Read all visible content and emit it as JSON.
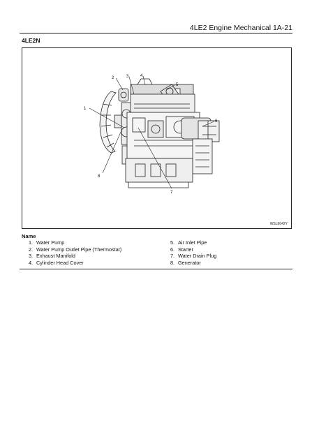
{
  "header": {
    "title": "4LE2 Engine Mechanical  1A-21"
  },
  "section": {
    "model": "4LE2N"
  },
  "figure": {
    "code": "WSL6042Y",
    "callouts": [
      "1",
      "2",
      "3",
      "4",
      "5",
      "6",
      "7",
      "8"
    ]
  },
  "legend": {
    "title": "Name",
    "items": [
      {
        "num": "1.",
        "label": "Water Pump"
      },
      {
        "num": "2.",
        "label": "Water Pump Outlet Pipe (Thermostat)"
      },
      {
        "num": "3.",
        "label": "Exhaust Manifold"
      },
      {
        "num": "4.",
        "label": "Cylinder Head Cover"
      },
      {
        "num": "5.",
        "label": "Air Inlet Pipe"
      },
      {
        "num": "6.",
        "label": "Starter"
      },
      {
        "num": "7.",
        "label": "Water Drain Plug"
      },
      {
        "num": "8.",
        "label": "Generator"
      }
    ]
  }
}
